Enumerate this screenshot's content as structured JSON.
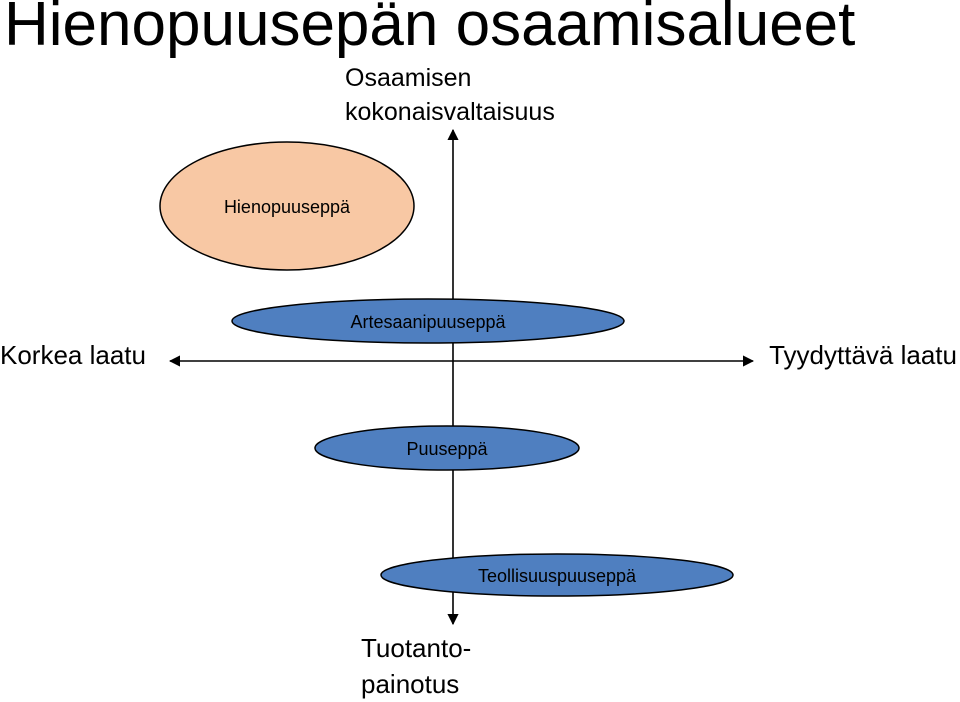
{
  "title": "Hienopuusepän osaamisalueet",
  "axes": {
    "top": [
      "Osaamisen",
      "kokonaisvaltaisuus"
    ],
    "left": "Korkea laatu",
    "right": "Tyydyttävä laatu",
    "bottom": [
      "Tuotanto-",
      "painotus"
    ]
  },
  "ellipses": [
    {
      "label": "Hienopuuseppä",
      "color": "#F8C8A4"
    },
    {
      "label": "Artesaanipuuseppä",
      "color": "#4F7FC0"
    },
    {
      "label": "Puuseppä",
      "color": "#4F7FC0"
    },
    {
      "label": "Teollisuuspuuseppä",
      "color": "#4F7FC0"
    }
  ],
  "colors": {
    "line": "#000000",
    "ellipse_stroke": "#000000"
  }
}
